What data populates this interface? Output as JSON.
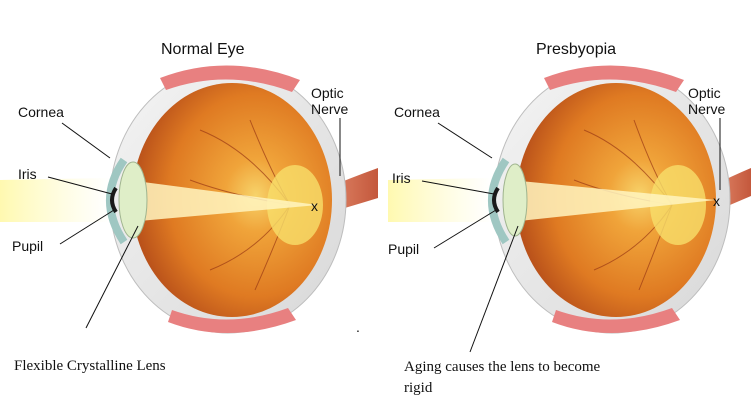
{
  "panels": [
    {
      "title": "Normal Eye",
      "labels": {
        "cornea": "Cornea",
        "optic_nerve_1": "Optic",
        "optic_nerve_2": "Nerve",
        "iris": "Iris",
        "pupil": "Pupil",
        "focus_mark": "x"
      },
      "caption_lines": [
        "Flexible Crystalline Lens"
      ]
    },
    {
      "title": "Presbyopia",
      "labels": {
        "cornea": "Cornea",
        "optic_nerve_1": "Optic",
        "optic_nerve_2": "Nerve",
        "iris": "Iris",
        "pupil": "Pupil",
        "focus_mark": "x"
      },
      "caption_lines": [
        "Aging causes the lens to become",
        "rigid"
      ]
    }
  ],
  "colors": {
    "eyeball_outer": "#c0392b",
    "eyeball_inner": "#e0892a",
    "retina_glow": "#f5d45a",
    "sclera_pink": "#e88a8a",
    "light_beam": "#fff6c8",
    "nerve": "#d97a5a"
  }
}
